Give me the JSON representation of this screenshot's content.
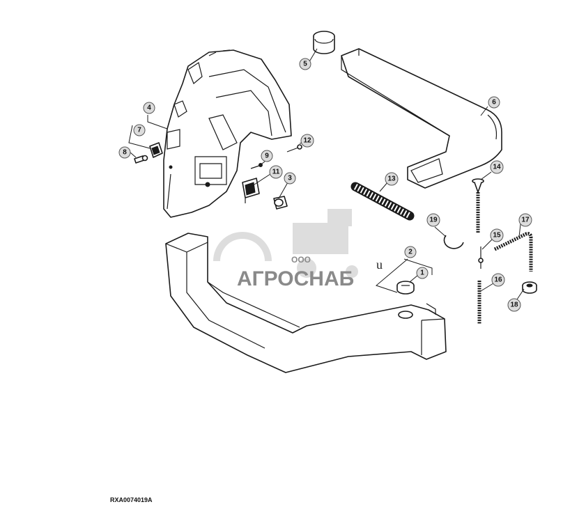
{
  "figure_id": "RXA0074019A",
  "watermark": {
    "prefix": "ООО",
    "name": "АГРОСНАБ"
  },
  "stray_mark": "u",
  "callouts": [
    {
      "id": "1",
      "label": "1"
    },
    {
      "id": "2",
      "label": "2"
    },
    {
      "id": "3",
      "label": "3"
    },
    {
      "id": "4",
      "label": "4"
    },
    {
      "id": "5",
      "label": "5"
    },
    {
      "id": "6",
      "label": "6"
    },
    {
      "id": "7",
      "label": "7"
    },
    {
      "id": "8",
      "label": "8"
    },
    {
      "id": "9",
      "label": "9"
    },
    {
      "id": "11",
      "label": "11"
    },
    {
      "id": "12",
      "label": "12"
    },
    {
      "id": "13",
      "label": "13"
    },
    {
      "id": "14",
      "label": "14"
    },
    {
      "id": "15",
      "label": "15"
    },
    {
      "id": "16",
      "label": "16"
    },
    {
      "id": "17",
      "label": "17"
    },
    {
      "id": "18",
      "label": "18"
    },
    {
      "id": "19",
      "label": "19"
    }
  ]
}
